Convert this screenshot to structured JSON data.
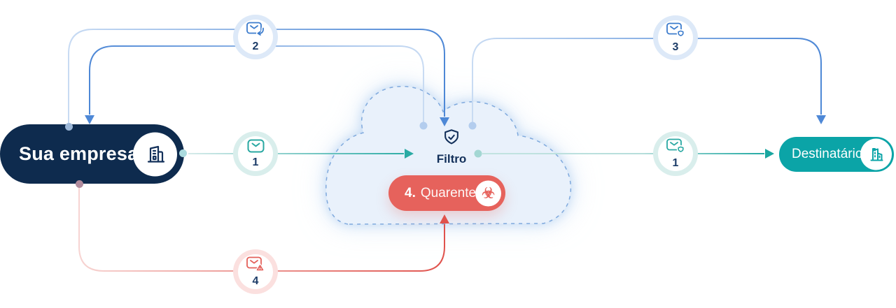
{
  "nodes": {
    "company": {
      "label": "Sua empresa",
      "icon": "office-building-icon"
    },
    "filter": {
      "label": "Filtro",
      "icon": "shield-check-icon"
    },
    "quarantine": {
      "number": "4.",
      "label": "Quarentena",
      "icon": "biohazard-icon",
      "biohazard_glyph": "☣"
    },
    "recipient": {
      "label": "Destinatário",
      "icon": "building-icon"
    }
  },
  "flow_badges": [
    {
      "number": "1",
      "icon": "envelope-icon",
      "color": "teal"
    },
    {
      "number": "2",
      "icon": "envelope-reply-icon",
      "color": "blue"
    },
    {
      "number": "3",
      "icon": "envelope-shield-icon",
      "color": "blue"
    },
    {
      "number": "1",
      "icon": "envelope-shield-icon",
      "color": "teal"
    },
    {
      "number": "4",
      "icon": "envelope-warning-icon",
      "color": "red"
    }
  ],
  "colors": {
    "navy": "#0e2b4e",
    "teal": "#0ba4a7",
    "red": "#e6625c",
    "blue_line": "#4e88d6",
    "light_blue_line": "#c3d8f2",
    "teal_line": "#2aaba4",
    "red_line": "#e0524c",
    "cloud_fill": "#e9f1fb",
    "cloud_border": "#7fa9dd",
    "badge_number": "#1c3c68"
  }
}
